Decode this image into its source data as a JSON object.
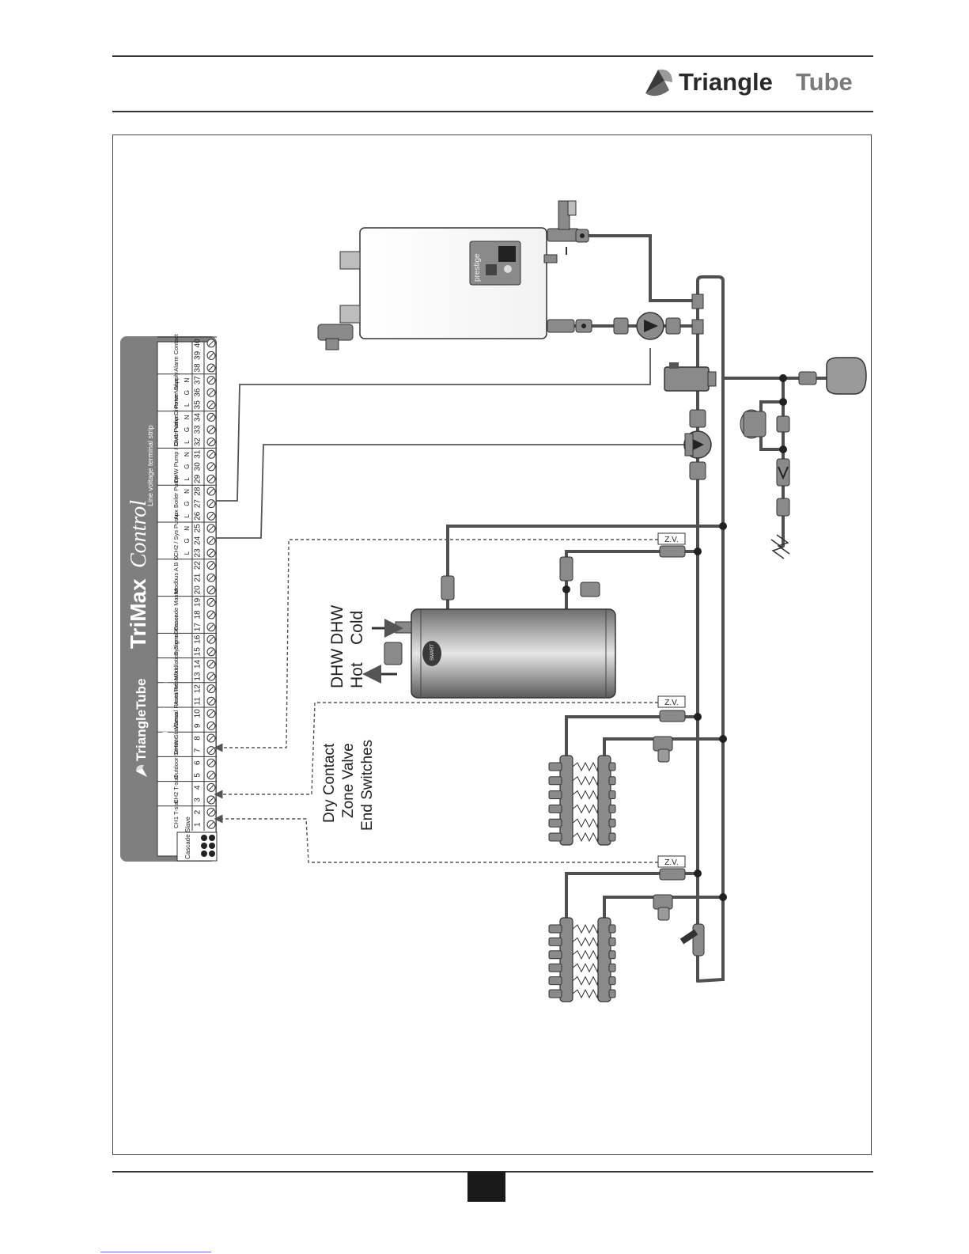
{
  "header": {
    "brand_prefix": "Triangle",
    "brand_suffix": "Tube"
  },
  "panel": {
    "brand": "TriangleTube",
    "product": "TriMax",
    "product_script": "Control",
    "low_strip_title": "Low voltage terminal strip",
    "line_strip_title": "Line voltage terminal strip",
    "groups": [
      {
        "name": "CH1 T-stat",
        "terminals": [
          "1",
          "2"
        ]
      },
      {
        "name": "CH2 T-stat",
        "terminals": [
          "3",
          "4"
        ]
      },
      {
        "name": "Outdoor Sensor",
        "terminals": [
          "5",
          "6"
        ]
      },
      {
        "name": "DHW Stat/Sens",
        "terminals": [
          "7",
          "8"
        ]
      },
      {
        "name": "Manual Reset/Inrl",
        "terminals": [
          "9",
          "10"
        ]
      },
      {
        "name": "Auto Reset/Inrl",
        "terminals": [
          "11",
          "12"
        ]
      },
      {
        "name": "Modulation Signal + -",
        "terminals": [
          "13",
          "14"
        ]
      },
      {
        "name": "System Sensor",
        "terminals": [
          "15",
          "16"
        ]
      },
      {
        "name": "Cascade Master",
        "terminals": [
          "17",
          "18",
          "19"
        ]
      },
      {
        "name": "Modbus A B G",
        "terminals": [
          "20",
          "21",
          "22"
        ]
      },
      {
        "name": "CH2 / Sys Pump",
        "terminals": [
          "23",
          "24",
          "25"
        ]
      },
      {
        "name": "Aux Boiler Pump",
        "terminals": [
          "26",
          "27",
          "28"
        ]
      },
      {
        "name": "DHW Pump / Divert Valve",
        "terminals": [
          "29",
          "30",
          "31"
        ]
      },
      {
        "name": "CH1 Pump Diverter Valve",
        "terminals": [
          "32",
          "33",
          "34"
        ]
      },
      {
        "name": "Power Supply",
        "terminals": [
          "35",
          "36",
          "37"
        ]
      },
      {
        "name": "Alarm Contact",
        "terminals": [
          "38",
          "39",
          "40"
        ]
      }
    ],
    "pole_letters": [
      "L",
      "G",
      "N",
      "L",
      "G",
      "N",
      "L",
      "G",
      "N",
      "L",
      "G",
      "N",
      "L",
      "G",
      "N"
    ],
    "cascade_slave": "Cascade Slave"
  },
  "labels": {
    "dhw_cold": [
      "DHW",
      "Cold"
    ],
    "dhw_hot": [
      "DHW",
      "Hot"
    ],
    "dry_contact": [
      "Dry Contact",
      "Zone Valve",
      "End Switches"
    ],
    "zone_valve": "Z.V.",
    "boiler_model": "prestige",
    "indirect_tank_brand": "SMART"
  },
  "colors": {
    "pipe": "#505050",
    "panel": "#7f7f7f",
    "equipment": "#8a8a8a",
    "page_number_box": "#1a1a1a"
  }
}
